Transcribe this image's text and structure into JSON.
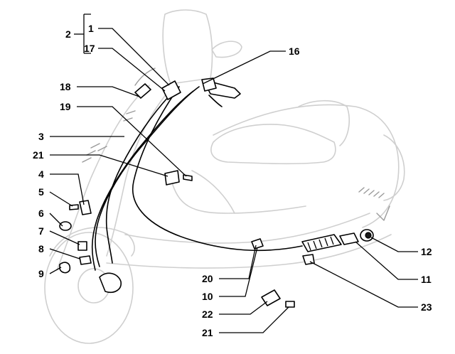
{
  "callouts": [
    "1",
    "2",
    "3",
    "4",
    "5",
    "6",
    "7",
    "8",
    "9",
    "10",
    "11",
    "12",
    "16",
    "17",
    "18",
    "19",
    "20",
    "21",
    "21",
    "22",
    "23"
  ]
}
